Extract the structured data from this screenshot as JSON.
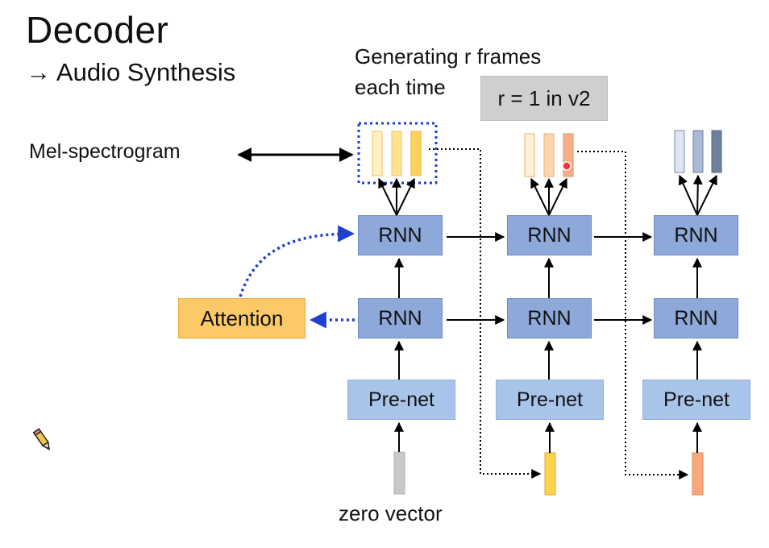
{
  "slide": {
    "title": "Decoder",
    "subtitle": "→ Audio Synthesis"
  },
  "notes": {
    "generating_line1": "Generating r frames",
    "generating_line2": "each time",
    "version_box": "r = 1 in v2"
  },
  "labels": {
    "mel_spectrogram": "Mel-spectrogram",
    "attention": "Attention",
    "zero_vector": "zero vector"
  },
  "nodes": {
    "rnn": "RNN",
    "prenet": "Pre-net"
  },
  "colors": {
    "rnn": "#8ea9d9",
    "prenet": "#a9c4ea",
    "attention": "#fcc968",
    "dotted_blue": "#1f3fcf",
    "frames_step1": [
      "#fff1c4",
      "#ffe38f",
      "#ffd35a"
    ],
    "frames_step2": [
      "#fff0d8",
      "#ffd6b0",
      "#f7b086"
    ],
    "frames_step3": [
      "#dfe6f2",
      "#aab9d4",
      "#6f819e"
    ],
    "inputs": [
      "#c8c8c8",
      "#ffd34d",
      "#f7a97c"
    ]
  },
  "icons": [
    "pencil-icon",
    "laser-pointer-dot-icon"
  ]
}
